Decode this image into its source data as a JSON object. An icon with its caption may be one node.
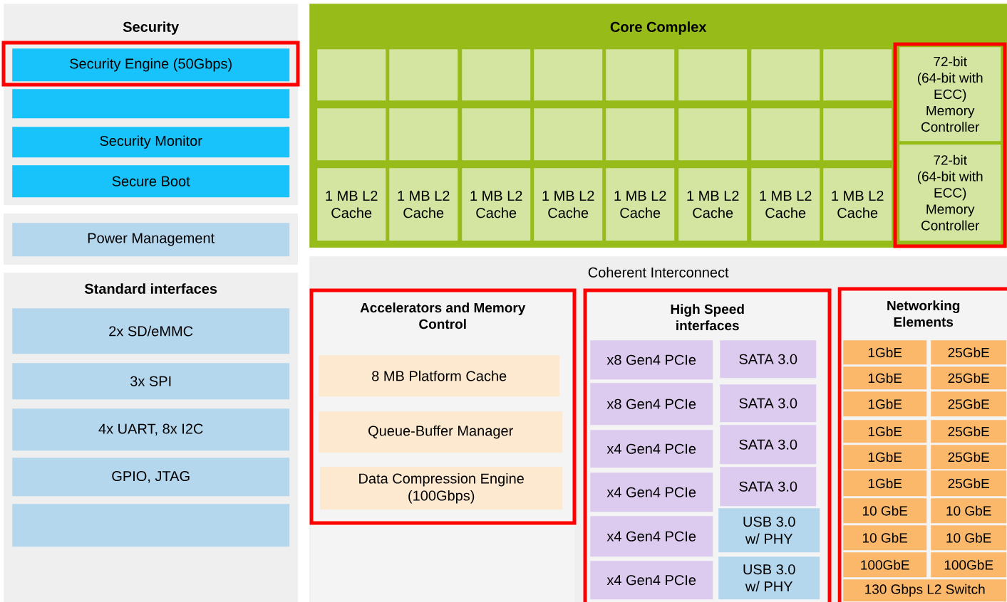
{
  "diagram": {
    "nodes": [
      {
        "text": [
          "Security"
        ]
      },
      {
        "text": [
          "Security Engine (50Gbps)"
        ],
        "in": 0
      },
      {
        "text": [],
        "shape": "box",
        "in": 0
      },
      {
        "text": [
          "Security Monitor"
        ],
        "in": 0
      },
      {
        "text": [
          "Secure Boot"
        ],
        "in": 0
      },
      {
        "text": [
          "Power Management"
        ]
      },
      {
        "text": [
          "Standard interfaces"
        ]
      },
      {
        "text": [
          "2x SD/eMMC"
        ],
        "in": 6
      },
      {
        "text": [
          "3x SPI"
        ],
        "in": 6
      },
      {
        "text": [
          "4x UART, 8x I2C"
        ],
        "in": 6
      },
      {
        "text": [
          "GPIO, JTAG"
        ],
        "in": 6
      },
      {
        "text": [],
        "shape": "box",
        "in": 6
      },
      {
        "text": [
          "Core Complex"
        ]
      },
      {
        "text": [],
        "shape": "box",
        "in": 12
      },
      {
        "text": [],
        "shape": "box",
        "in": 12
      },
      {
        "text": [],
        "shape": "box",
        "in": 12
      },
      {
        "text": [],
        "shape": "box",
        "in": 12
      },
      {
        "text": [],
        "shape": "box",
        "in": 12
      },
      {
        "text": [],
        "shape": "box",
        "in": 12
      },
      {
        "text": [],
        "shape": "box",
        "in": 12
      },
      {
        "text": [],
        "shape": "box",
        "in": 12
      },
      {
        "text": [],
        "shape": "box",
        "in": 12
      },
      {
        "text": [],
        "shape": "box",
        "in": 12
      },
      {
        "text": [],
        "shape": "box",
        "in": 12
      },
      {
        "text": [],
        "shape": "box",
        "in": 12
      },
      {
        "text": [],
        "shape": "box",
        "in": 12
      },
      {
        "text": [],
        "shape": "box",
        "in": 12
      },
      {
        "text": [],
        "shape": "box",
        "in": 12
      },
      {
        "text": [],
        "shape": "box",
        "in": 12
      },
      {
        "text": [
          "1 MB L2 Cache"
        ],
        "in": 12
      },
      {
        "text": [
          "1 MB L2 Cache"
        ],
        "in": 12
      },
      {
        "text": [
          "1 MB L2 Cache"
        ],
        "in": 12
      },
      {
        "text": [
          "1 MB L2 Cache"
        ],
        "in": 12
      },
      {
        "text": [
          "1 MB L2 Cache"
        ],
        "in": 12
      },
      {
        "text": [
          "1 MB L2 Cache"
        ],
        "in": 12
      },
      {
        "text": [
          "1 MB L2 Cache"
        ],
        "in": 12
      },
      {
        "text": [
          "1 MB L2 Cache"
        ],
        "in": 12
      },
      {
        "text": [
          "72-bit (64-bit with ECC) Memory Controller"
        ],
        "in": 12
      },
      {
        "text": [
          "72-bit (64-bit with ECC) Memory Controller"
        ],
        "in": 12
      },
      {
        "text": [
          "Coherent Interconnect"
        ]
      },
      {
        "text": [
          "Accelerators and Memory Control"
        ],
        "in": 39
      },
      {
        "text": [
          "8 MB Platform Cache"
        ],
        "in": 40
      },
      {
        "text": [
          "Queue-Buffer Manager"
        ],
        "in": 40
      },
      {
        "text": [
          "Data Compression Engine (100Gbps)"
        ],
        "in": 40
      },
      {
        "text": [
          "High Speed interfaces"
        ],
        "in": 39
      },
      {
        "text": [
          "x8 Gen4 PCIe"
        ],
        "in": 44
      },
      {
        "text": [
          "SATA 3.0"
        ],
        "in": 44
      },
      {
        "text": [
          "x8 Gen4 PCIe"
        ],
        "in": 44
      },
      {
        "text": [
          "SATA 3.0"
        ],
        "in": 44
      },
      {
        "text": [
          "x4 Gen4 PCIe"
        ],
        "in": 44
      },
      {
        "text": [
          "SATA 3.0"
        ],
        "in": 44
      },
      {
        "text": [
          "x4 Gen4 PCIe"
        ],
        "in": 44
      },
      {
        "text": [
          "SATA 3.0"
        ],
        "in": 44
      },
      {
        "text": [
          "x4 Gen4 PCIe"
        ],
        "in": 44
      },
      {
        "text": [
          "USB 3.0 w/ PHY"
        ],
        "in": 44
      },
      {
        "text": [
          "x4 Gen4 PCIe"
        ],
        "in": 44
      },
      {
        "text": [
          "USB 3.0 w/ PHY"
        ],
        "in": 44
      },
      {
        "text": [
          "Networking Elements"
        ],
        "in": 39
      },
      {
        "text": [
          "1GbE"
        ],
        "in": 57
      },
      {
        "text": [
          "25GbE"
        ],
        "in": 57
      },
      {
        "text": [
          "1GbE"
        ],
        "in": 57
      },
      {
        "text": [
          "25GbE"
        ],
        "in": 57
      },
      {
        "text": [
          "1GbE"
        ],
        "in": 57
      },
      {
        "text": [
          "25GbE"
        ],
        "in": 57
      },
      {
        "text": [
          "1GbE"
        ],
        "in": 57
      },
      {
        "text": [
          "25GbE"
        ],
        "in": 57
      },
      {
        "text": [
          "1GbE"
        ],
        "in": 57
      },
      {
        "text": [
          "25GbE"
        ],
        "in": 57
      },
      {
        "text": [
          "1GbE"
        ],
        "in": 57
      },
      {
        "text": [
          "25GbE"
        ],
        "in": 57
      },
      {
        "text": [
          "10 GbE"
        ],
        "in": 57
      },
      {
        "text": [
          "10 GbE"
        ],
        "in": 57
      },
      {
        "text": [
          "10 GbE"
        ],
        "in": 57
      },
      {
        "text": [
          "10 GbE"
        ],
        "in": 57
      },
      {
        "text": [
          "100GbE"
        ],
        "in": 57
      },
      {
        "text": [
          "100GbE"
        ],
        "in": 57
      },
      {
        "text": [
          "130 Gbps L2 Switch"
        ],
        "in": 57
      }
    ],
    "edges": []
  }
}
